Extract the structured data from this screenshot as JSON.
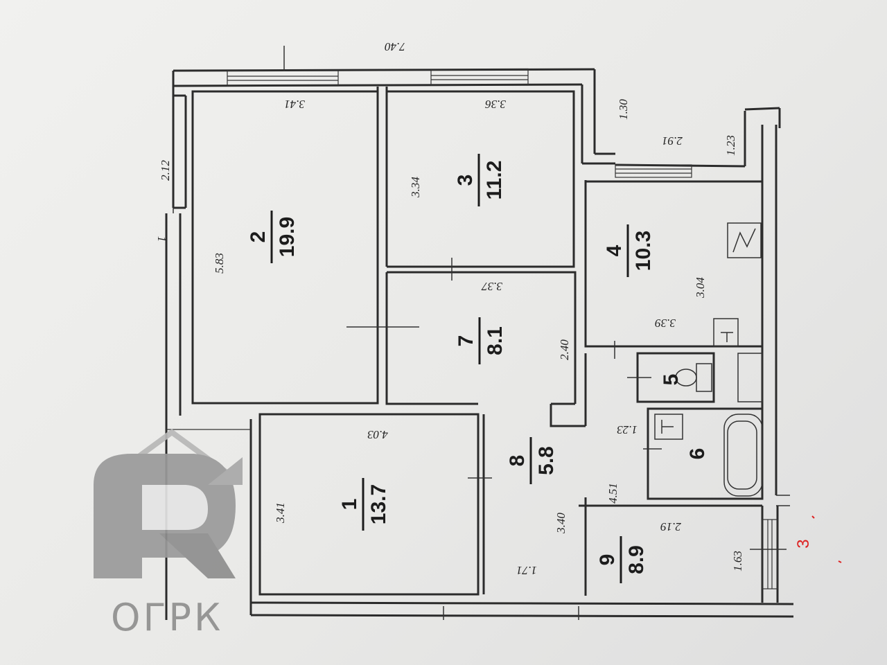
{
  "rooms": [
    {
      "id": "1",
      "area": "13.7"
    },
    {
      "id": "2",
      "area": "19.9"
    },
    {
      "id": "3",
      "area": "11.2"
    },
    {
      "id": "4",
      "area": "10.3"
    },
    {
      "id": "5",
      "area": ""
    },
    {
      "id": "6",
      "area": ""
    },
    {
      "id": "7",
      "area": "8.1"
    },
    {
      "id": "8",
      "area": "5.8"
    },
    {
      "id": "9",
      "area": "8.9"
    }
  ],
  "dimensions": {
    "top_total": "7.40",
    "room2_width": "3.41",
    "room3_width": "3.36",
    "balcony_depth": "1.30",
    "balcony_width": "2.91",
    "balcony_side": "1.23",
    "left_wall": "2.12",
    "left_mark": "1",
    "room2_length": "5.83",
    "room3_length": "3.34",
    "room7_width": "3.37",
    "room7_length": "2.40",
    "room4_width": "3.39",
    "room4_length": "3.04",
    "room1_width": "4.03",
    "room1_length": "3.41",
    "bath_width": "1.23",
    "hall_length": "4.51",
    "hall_width": "3.40",
    "hall_short": "1.71",
    "room9_width": "2.19",
    "room9_length": "1.63"
  },
  "marker": "3",
  "watermark": "ОГРК"
}
